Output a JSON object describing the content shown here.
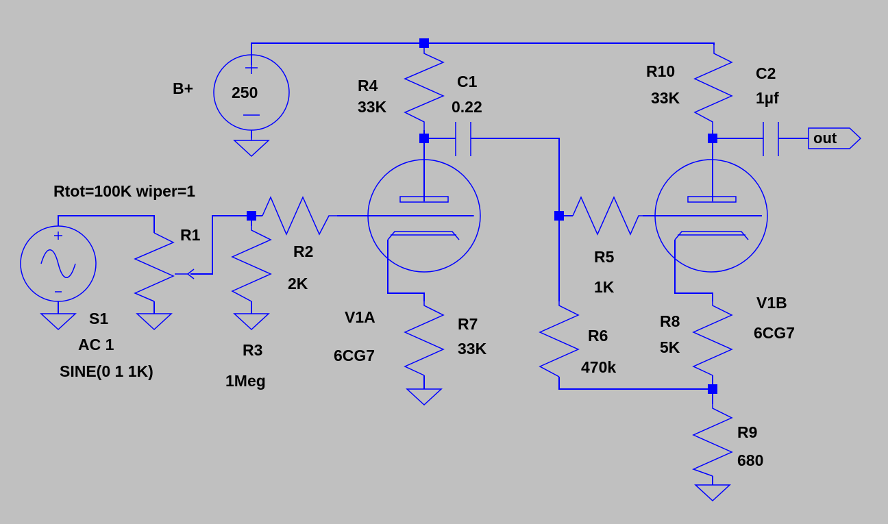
{
  "schematic": {
    "colors": {
      "background": "#c0c0c0",
      "wire": "#0000ff",
      "text": "#000000"
    },
    "supply": {
      "name": "B+",
      "value": "250"
    },
    "source": {
      "name": "S1",
      "ac": "AC 1",
      "waveform": "SINE(0 1 1K)"
    },
    "pot": {
      "name": "R1",
      "params": "Rtot=100K wiper=1"
    },
    "resistors": [
      {
        "ref": "R2",
        "value": "2K"
      },
      {
        "ref": "R3",
        "value": "1Meg"
      },
      {
        "ref": "R4",
        "value": "33K"
      },
      {
        "ref": "R5",
        "value": "1K"
      },
      {
        "ref": "R6",
        "value": "470k"
      },
      {
        "ref": "R7",
        "value": "33K"
      },
      {
        "ref": "R8",
        "value": "5K"
      },
      {
        "ref": "R9",
        "value": "680"
      },
      {
        "ref": "R10",
        "value": "33K"
      }
    ],
    "capacitors": [
      {
        "ref": "C1",
        "value": "0.22"
      },
      {
        "ref": "C2",
        "value": "1µf"
      }
    ],
    "tubes": [
      {
        "ref": "V1A",
        "model": "6CG7"
      },
      {
        "ref": "V1B",
        "model": "6CG7"
      }
    ],
    "output_port": "out",
    "icons": [
      "voltage-source-icon",
      "sine-source-icon",
      "ground-icon",
      "resistor-icon",
      "potentiometer-icon",
      "capacitor-icon",
      "triode-tube-icon",
      "output-port-icon"
    ]
  }
}
